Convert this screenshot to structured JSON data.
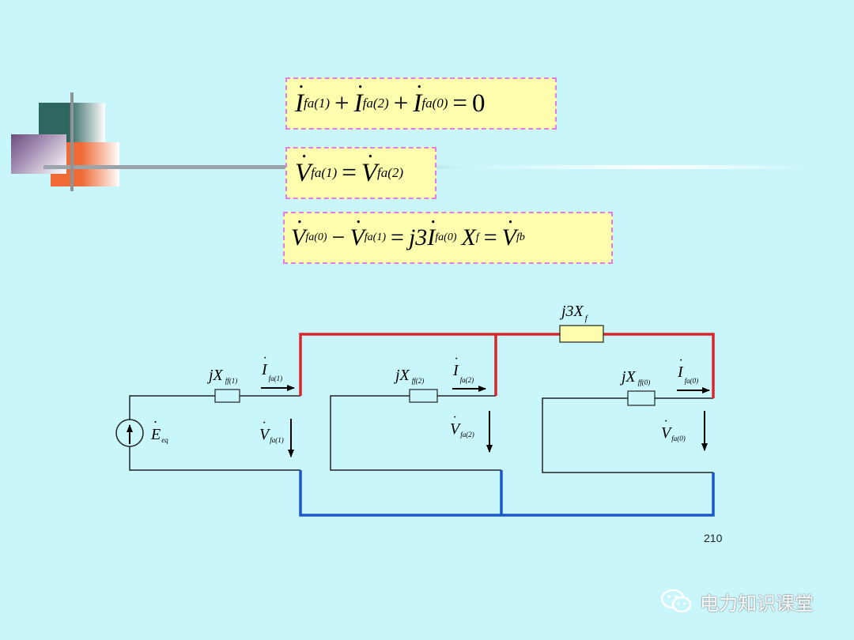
{
  "equations": {
    "eq1": {
      "t1": "I",
      "s1": "fa(1)",
      "op1": "+",
      "t2": "I",
      "s2": "fa(2)",
      "op2": "+",
      "t3": "I",
      "s3": "fa(0)",
      "op3": "=",
      "rhs": "0"
    },
    "eq2": {
      "t1": "V",
      "s1": "fa(1)",
      "op1": "=",
      "t2": "V",
      "s2": "fa(2)"
    },
    "eq3": {
      "t1": "V",
      "s1": "fa(0)",
      "op1": "−",
      "t2": "V",
      "s2": "fa(1)",
      "op2": "=",
      "coef": "j3",
      "t3": "I",
      "s3": "fa(0)",
      "t4": "X",
      "s4": "f",
      "op3": "=",
      "t5": "V",
      "s5": "fb"
    }
  },
  "circuit": {
    "fault_impedance": "j3X",
    "fault_impedance_sub": "f",
    "source": {
      "main": "E",
      "sub": "eq"
    },
    "branches": [
      {
        "x_main": "jX",
        "x_sub": "ff(1)",
        "i_main": "I",
        "i_sub": "fa(1)",
        "v_main": "V",
        "v_sub": "fa(1)"
      },
      {
        "x_main": "jX",
        "x_sub": "ff(2)",
        "i_main": "I",
        "i_sub": "fa(2)",
        "v_main": "V",
        "v_sub": "fa(2)"
      },
      {
        "x_main": "jX",
        "x_sub": "ff(0)",
        "i_main": "I",
        "i_sub": "fa(0)",
        "v_main": "V",
        "v_sub": "fa(0)"
      }
    ],
    "top_wire_color": "#d9262b",
    "bottom_wire_color": "#1c56c9",
    "wire_color": "#222222",
    "resistor_fill_color": "#fdfdae"
  },
  "page_number": "210",
  "watermark": "电力知识课堂",
  "watermark_icon": "wechat-icon",
  "colors": {
    "background": "#c9f6fb",
    "equation_box_fill": "#fdfdae",
    "equation_box_border": "#e57ce4"
  }
}
